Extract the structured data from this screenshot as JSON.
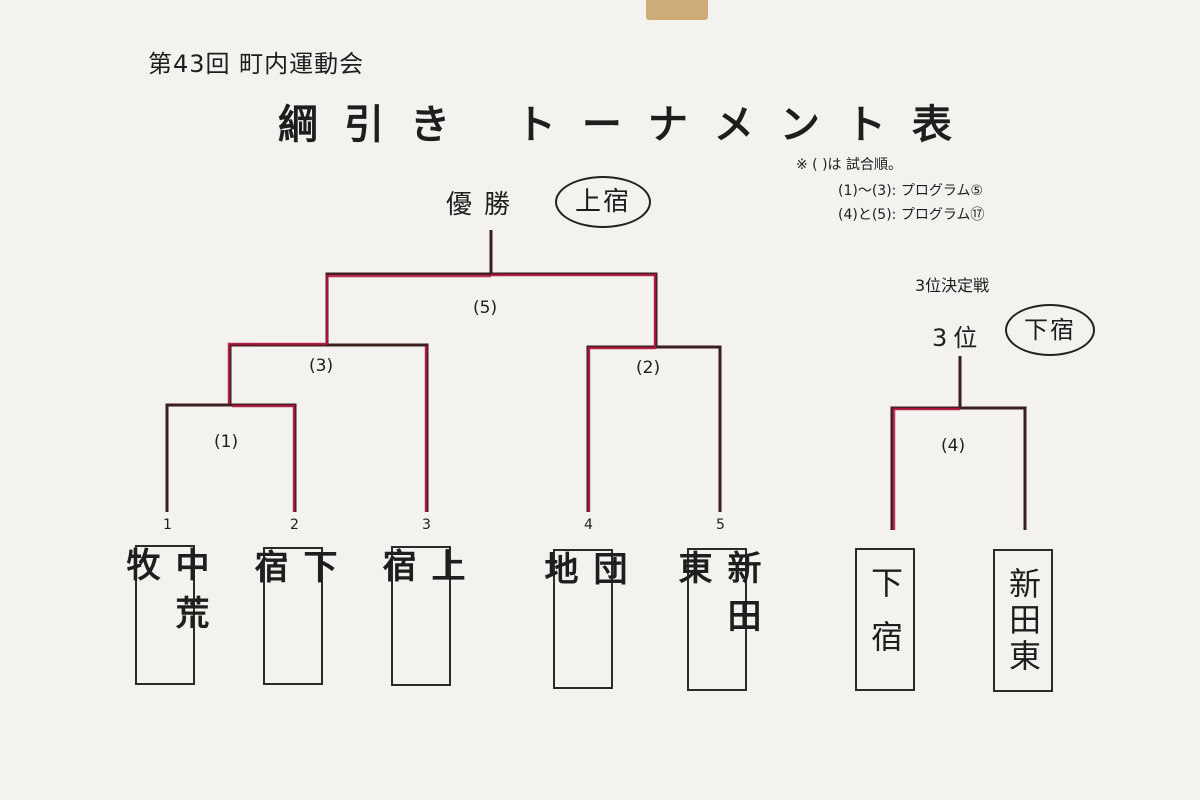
{
  "event_title": "第43回 町内運動会",
  "title": "綱引き トーナメント表",
  "notes": {
    "line1": "※ ( )は 試合順。",
    "line2": "(1)～(3): プログラム⑤",
    "line3": "(4)と(5): プログラム⑰"
  },
  "champion": {
    "label": "優勝",
    "team": "上宿"
  },
  "third_place": {
    "heading": "3位決定戦",
    "label": "3位",
    "team": "下宿"
  },
  "matches": [
    "(1)",
    "(2)",
    "(3)",
    "(4)",
    "(5)"
  ],
  "seeds": [
    "1",
    "2",
    "3",
    "4",
    "5"
  ],
  "teams": [
    "中荒牧",
    "下宿",
    "上宿",
    "団地",
    "新田東",
    "下宿",
    "新田東"
  ],
  "colors": {
    "bracket_line": "#3a1e1e",
    "winner_line": "#b3143c"
  }
}
